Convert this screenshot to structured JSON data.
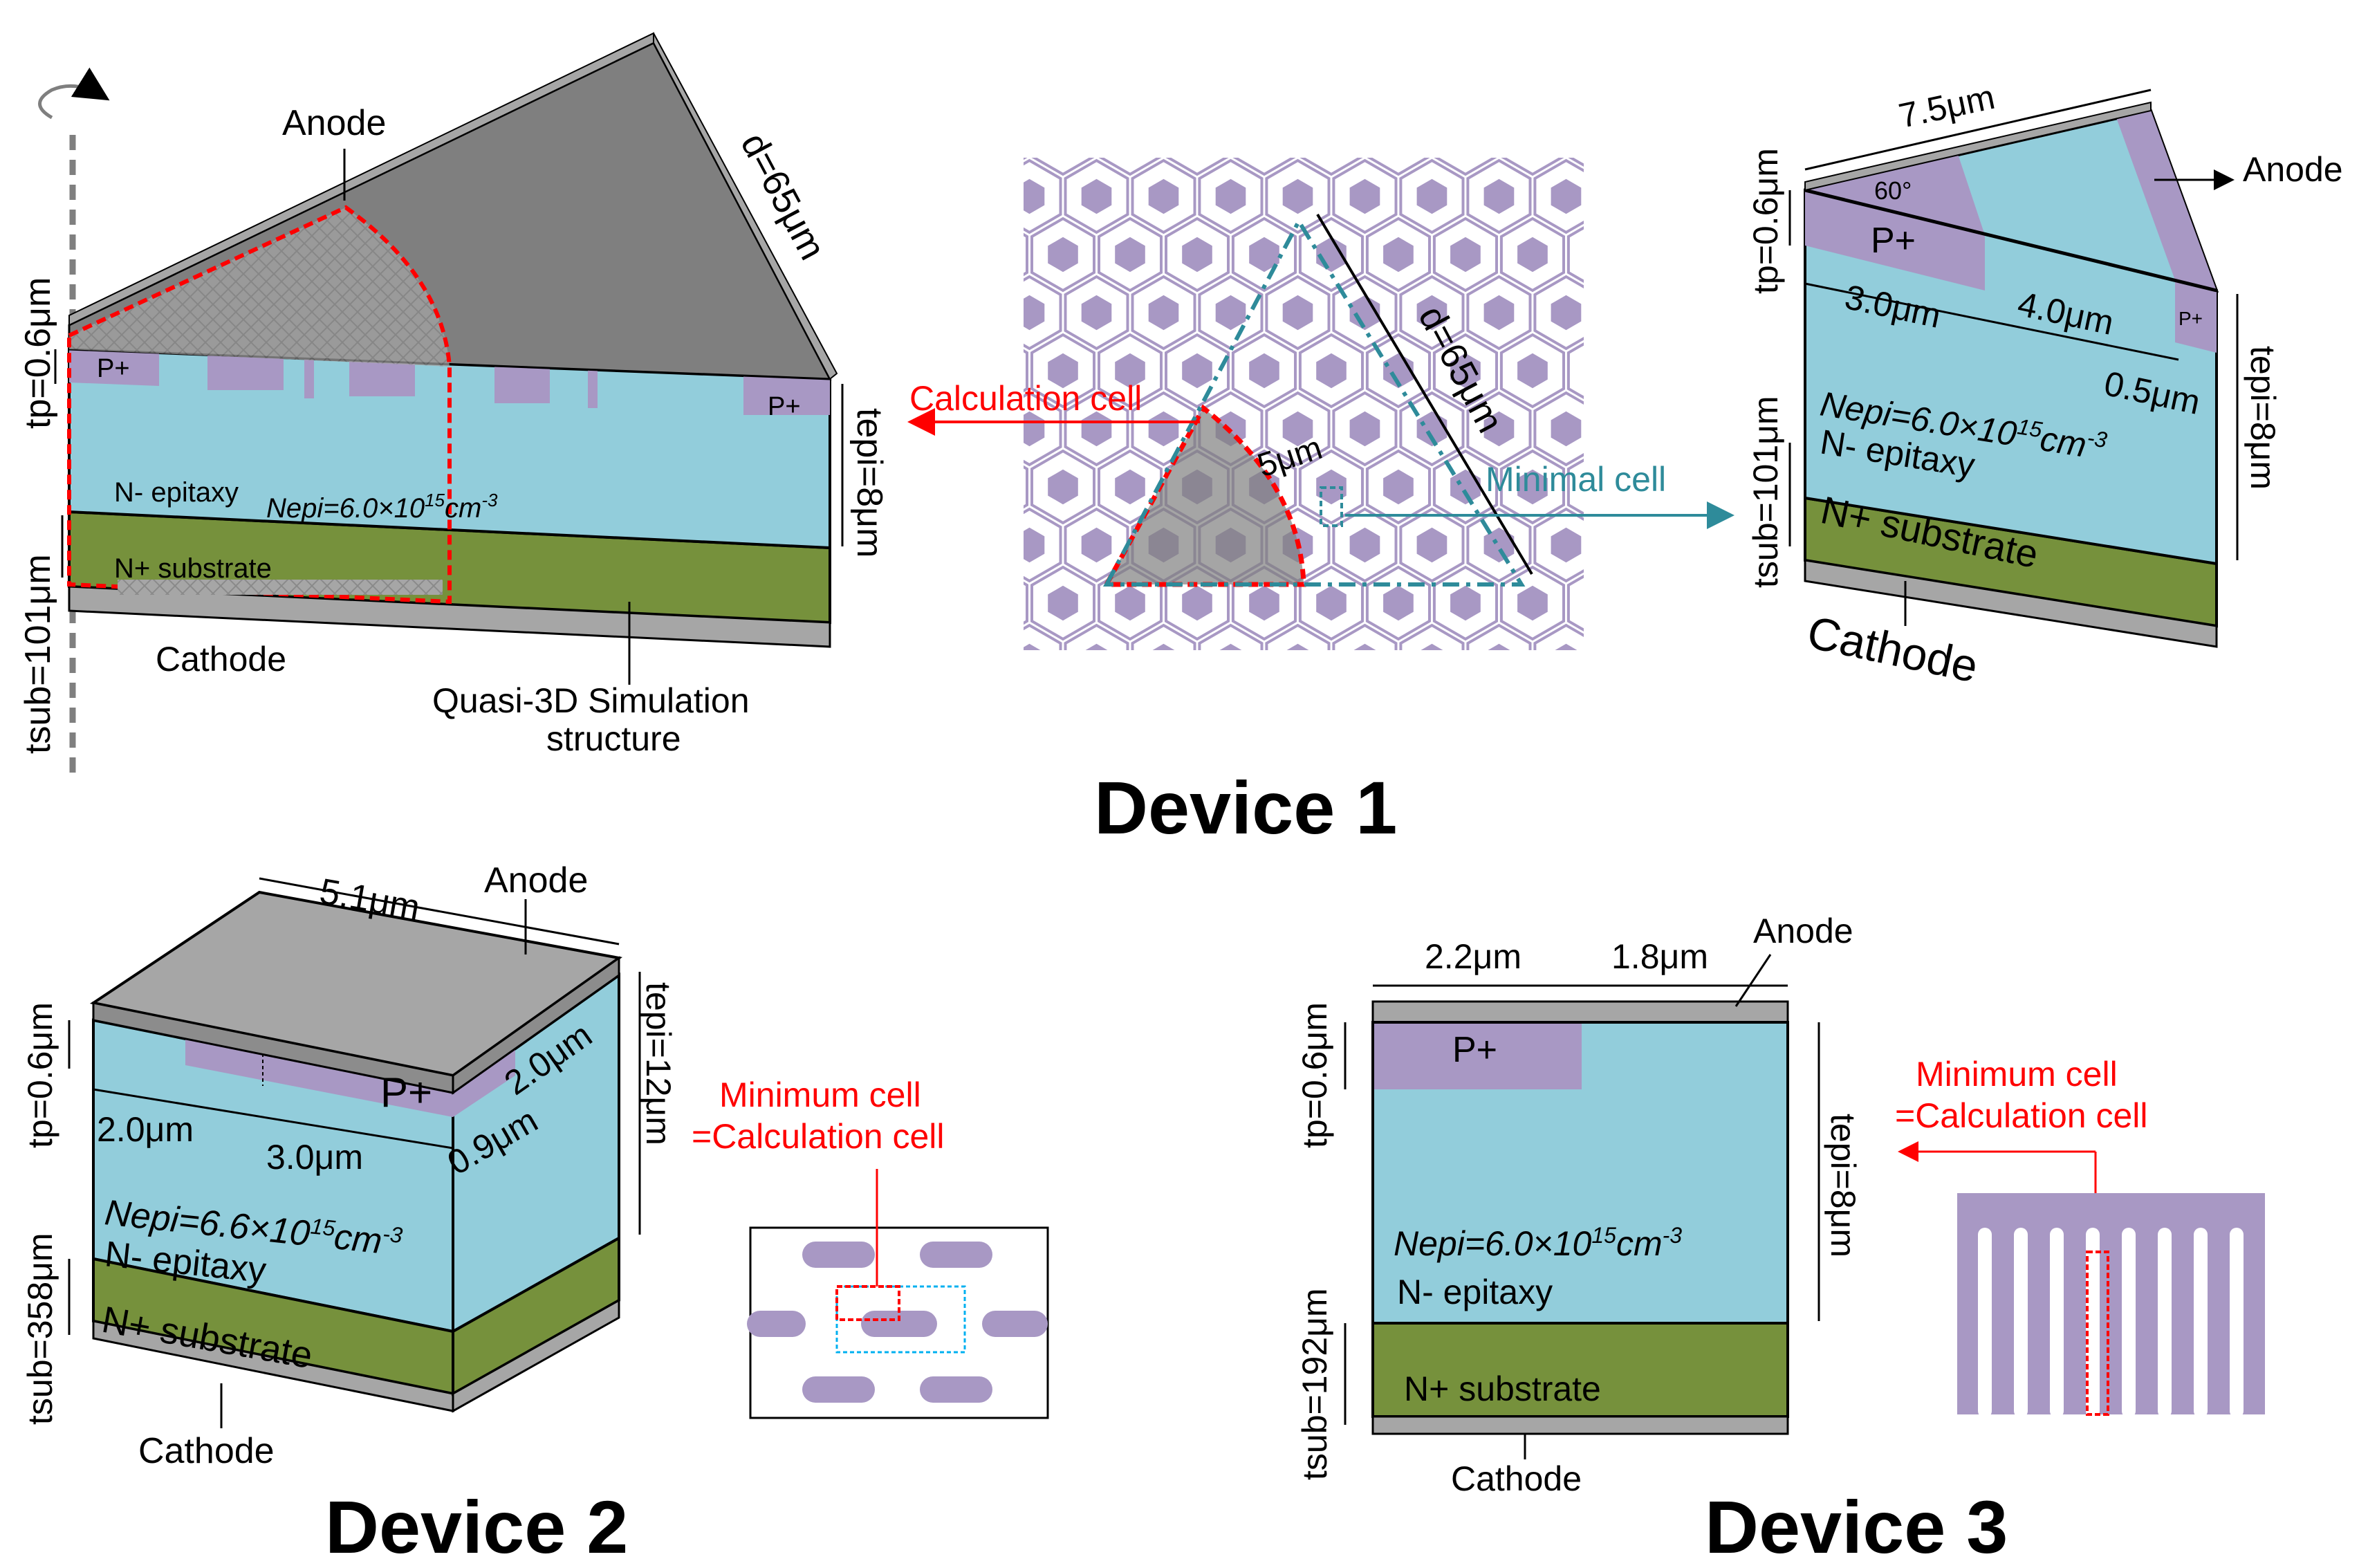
{
  "colors": {
    "p_region": "#a898c4",
    "n_epi": "#92cddb",
    "n_sub": "#76913c",
    "metal": "#a6a6a6",
    "dark_metal": "#7f7f7f",
    "calc_red": "#ff0000",
    "minimal_teal": "#2e8b9a"
  },
  "device1": {
    "title": "Device 1",
    "left_structure": {
      "anode": "Anode",
      "d": "d=65μm",
      "tp": "tp=0.6μm",
      "tepi": "tepi=8μm",
      "tsub": "tsub=101μm",
      "p_plus_left": "P+",
      "p_plus_right": "P+",
      "n_epitaxy": "N- epitaxy",
      "nepi": "Nepi=6.0×10",
      "nepi_exp": "15",
      "nepi_unit": "cm",
      "nepi_unit_exp": "-3",
      "n_substrate": "N+ substrate",
      "cathode": "Cathode",
      "caption_line1": "Quasi-3D Simulation",
      "caption_line2": "structure"
    },
    "hex_pattern": {
      "calculation_cell": "Calculation cell",
      "minimal_cell": "Minimal cell",
      "d": "d=65μm",
      "gap": "5μm"
    },
    "right_structure": {
      "width": "7.5μm",
      "angle": "60°",
      "anode": "Anode",
      "tp": "tp=0.6μm",
      "p_plus": "P+",
      "p_plus_small": "P+",
      "w1": "3.0μm",
      "w2": "4.0μm",
      "w3": "0.5μm",
      "tepi": "tepi=8μm",
      "tsub": "tsub=101μm",
      "nepi": "Nepi=6.0×10",
      "nepi_exp": "15",
      "nepi_unit": "cm",
      "nepi_unit_exp": "-3",
      "n_epitaxy": "N- epitaxy",
      "n_substrate": "N+ substrate",
      "cathode": "Cathode"
    }
  },
  "device2": {
    "title": "Device 2",
    "width": "5.1μm",
    "anode": "Anode",
    "tp": "tp=0.6μm",
    "tepi": "tepi=12μm",
    "tsub": "tsub=358μm",
    "p_plus": "P+",
    "w1": "2.0μm",
    "w2": "3.0μm",
    "w3": "2.0μm",
    "w4": "0.9μm",
    "nepi": "Nepi=6.6×10",
    "nepi_exp": "15",
    "nepi_unit": "cm",
    "nepi_unit_exp": "-3",
    "n_epitaxy": "N- epitaxy",
    "n_substrate": "N+ substrate",
    "cathode": "Cathode",
    "cell_note_line1": "Minimum cell",
    "cell_note_line2": "=Calculation cell"
  },
  "device3": {
    "title": "Device 3",
    "w1": "2.2μm",
    "w2": "1.8μm",
    "anode": "Anode",
    "tp": "tp=0.6μm",
    "tepi": "tepi=8μm",
    "tsub": "tsub=192μm",
    "p_plus": "P+",
    "nepi": "Nepi=6.0×10",
    "nepi_exp": "15",
    "nepi_unit": "cm",
    "nepi_unit_exp": "-3",
    "n_epitaxy": "N- epitaxy",
    "n_substrate": "N+ substrate",
    "cathode": "Cathode",
    "cell_note_line1": "Minimum cell",
    "cell_note_line2": "=Calculation cell"
  }
}
